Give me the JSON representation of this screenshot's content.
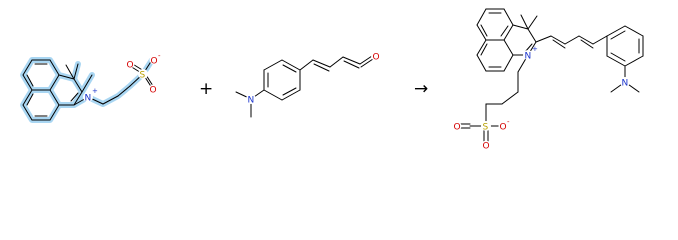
{
  "reaction": {
    "plus_symbol": "+",
    "arrow_symbol": "→",
    "highlight_color": "#a9d6f2",
    "atom_colors": {
      "N": "#1a33cc",
      "O": "#d40000",
      "S": "#b8a000"
    },
    "reactant1": {
      "labels": {
        "n_cation": "N",
        "charge_plus": "+",
        "sulfur": "S",
        "o_top": "O",
        "o_bottom": "O",
        "o_minus": "O",
        "charge_minus": "-"
      }
    },
    "reactant2": {
      "labels": {
        "n_amine": "N",
        "o_ald": "O"
      }
    },
    "product": {
      "labels": {
        "n_cation": "N",
        "charge_plus": "+",
        "n_amine": "N",
        "sulfur": "S",
        "o_left": "O",
        "o_bottom": "O",
        "o_minus": "O",
        "charge_minus": "-"
      }
    }
  }
}
